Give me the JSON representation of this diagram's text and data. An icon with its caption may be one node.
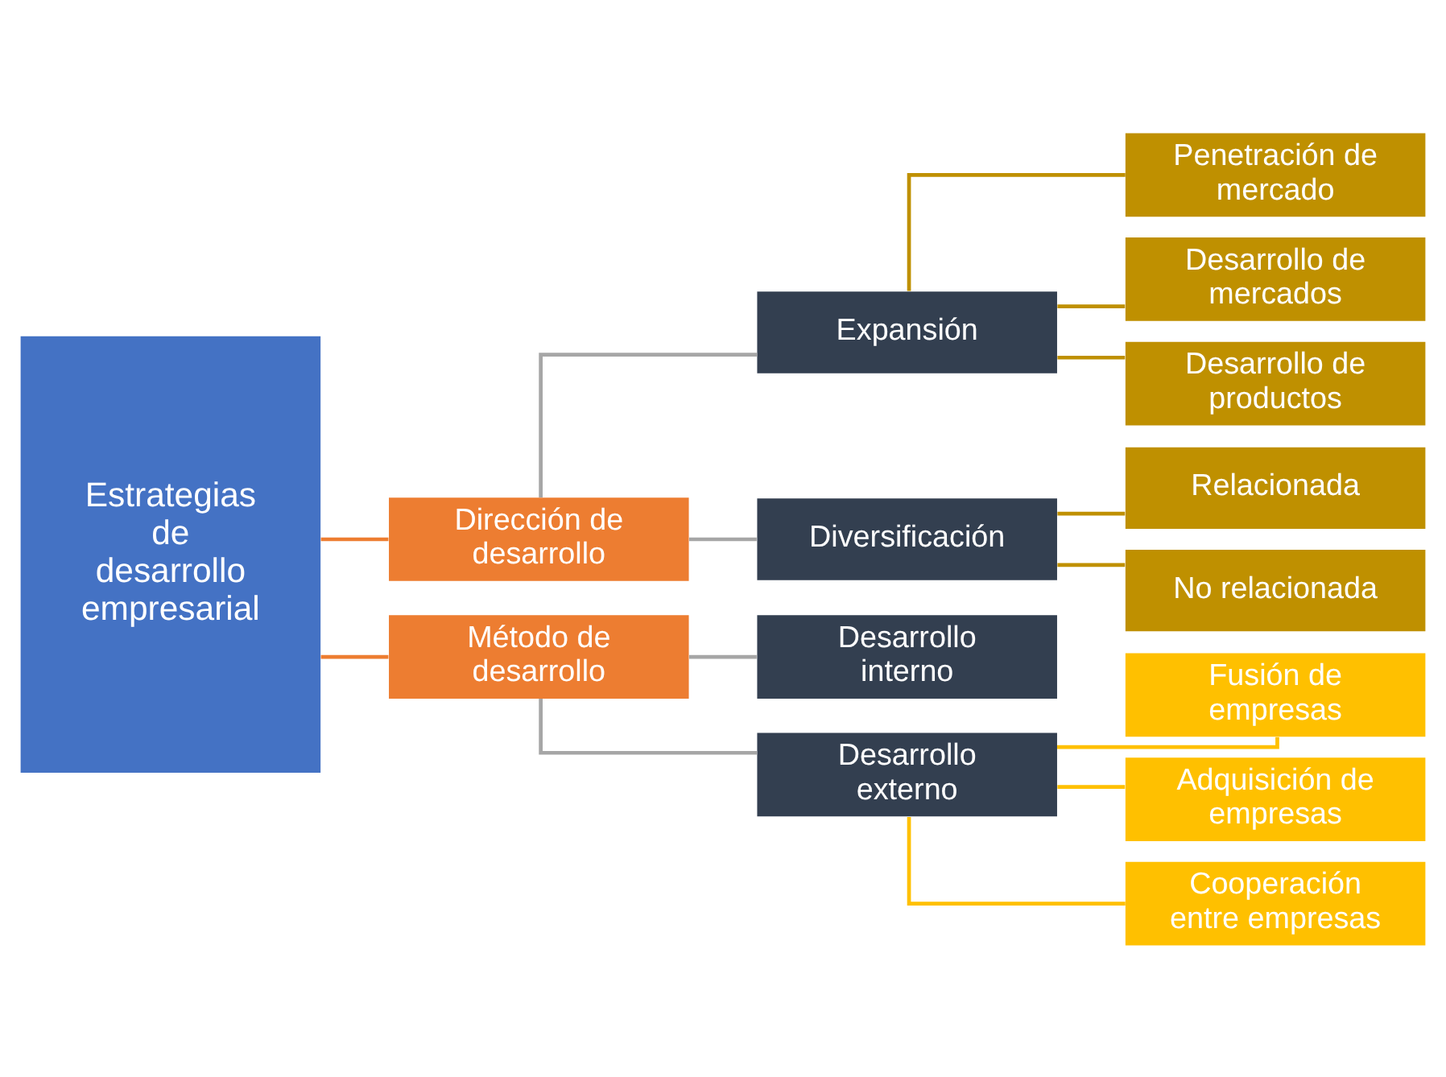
{
  "diagram": {
    "nodes": [
      {
        "text": [
          "Estrategias de desarrollo empresarial"
        ]
      },
      {
        "text": [
          "Dirección de desarrollo"
        ]
      },
      {
        "text": [
          "Expansión"
        ]
      },
      {
        "text": [
          "Penetración de mercado"
        ]
      },
      {
        "text": [
          "Desarrollo de mercados"
        ]
      },
      {
        "text": [
          "Desarrollo de productos"
        ]
      },
      {
        "text": [
          "Diversificación"
        ]
      },
      {
        "text": [
          "Relacionada"
        ]
      },
      {
        "text": [
          "No relacionada"
        ]
      },
      {
        "text": [
          "Método de desarrollo"
        ]
      },
      {
        "text": [
          "Desarrollo interno"
        ]
      },
      {
        "text": [
          "Desarrollo externo"
        ]
      },
      {
        "text": [
          "Fusión de empresas"
        ]
      },
      {
        "text": [
          "Adquisición de empresas"
        ]
      },
      {
        "text": [
          "Cooperación entre empresas"
        ]
      }
    ],
    "edges": [
      {
        "from": 0,
        "to": 1,
        "arrow": "none",
        "color": "#ed7d31"
      },
      {
        "from": 0,
        "to": 9,
        "arrow": "none",
        "color": "#ed7d31"
      },
      {
        "from": 1,
        "to": 2,
        "arrow": "none",
        "color": "#a6a6a6"
      },
      {
        "from": 1,
        "to": 6,
        "arrow": "none",
        "color": "#a6a6a6"
      },
      {
        "from": 2,
        "to": 3,
        "arrow": "none",
        "color": "#bf9000"
      },
      {
        "from": 2,
        "to": 4,
        "arrow": "none",
        "color": "#bf9000"
      },
      {
        "from": 2,
        "to": 5,
        "arrow": "none",
        "color": "#bf9000"
      },
      {
        "from": 6,
        "to": 7,
        "arrow": "none",
        "color": "#bf9000"
      },
      {
        "from": 6,
        "to": 8,
        "arrow": "none",
        "color": "#bf9000"
      },
      {
        "from": 9,
        "to": 10,
        "arrow": "none",
        "color": "#a6a6a6"
      },
      {
        "from": 9,
        "to": 11,
        "arrow": "none",
        "color": "#a6a6a6"
      },
      {
        "from": 11,
        "to": 12,
        "arrow": "none",
        "color": "#ffc000"
      },
      {
        "from": 11,
        "to": 13,
        "arrow": "none",
        "color": "#ffc000"
      },
      {
        "from": 11,
        "to": 14,
        "arrow": "none",
        "color": "#ffc000"
      }
    ]
  }
}
